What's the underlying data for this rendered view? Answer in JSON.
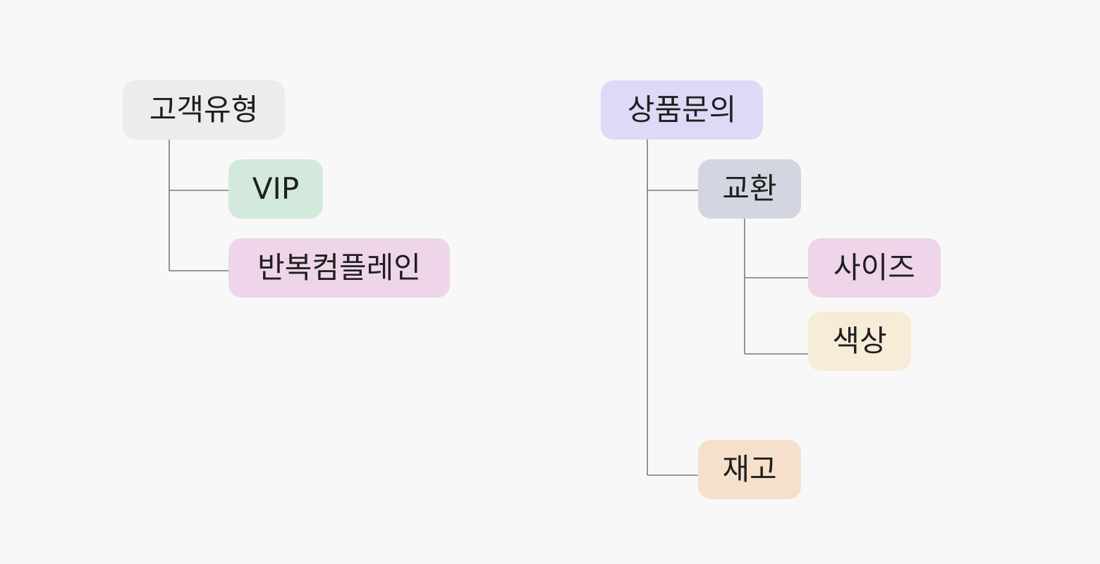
{
  "trees": [
    {
      "root": {
        "label": "고객유형",
        "color": "#ececec"
      },
      "children": [
        {
          "label": "VIP",
          "color": "#d3e9dc"
        },
        {
          "label": "반복컴플레인",
          "color": "#eed5e9"
        }
      ]
    },
    {
      "root": {
        "label": "상품문의",
        "color": "#dcdaf7"
      },
      "children": [
        {
          "label": "교환",
          "color": "#d3d6e1",
          "children": [
            {
              "label": "사이즈",
              "color": "#eed5e9"
            },
            {
              "label": "색상",
              "color": "#f6ecd7"
            }
          ]
        },
        {
          "label": "재고",
          "color": "#f6e0cb"
        }
      ]
    }
  ],
  "connector_color": "#7a7a7a",
  "background_color": "#f8f8f8"
}
